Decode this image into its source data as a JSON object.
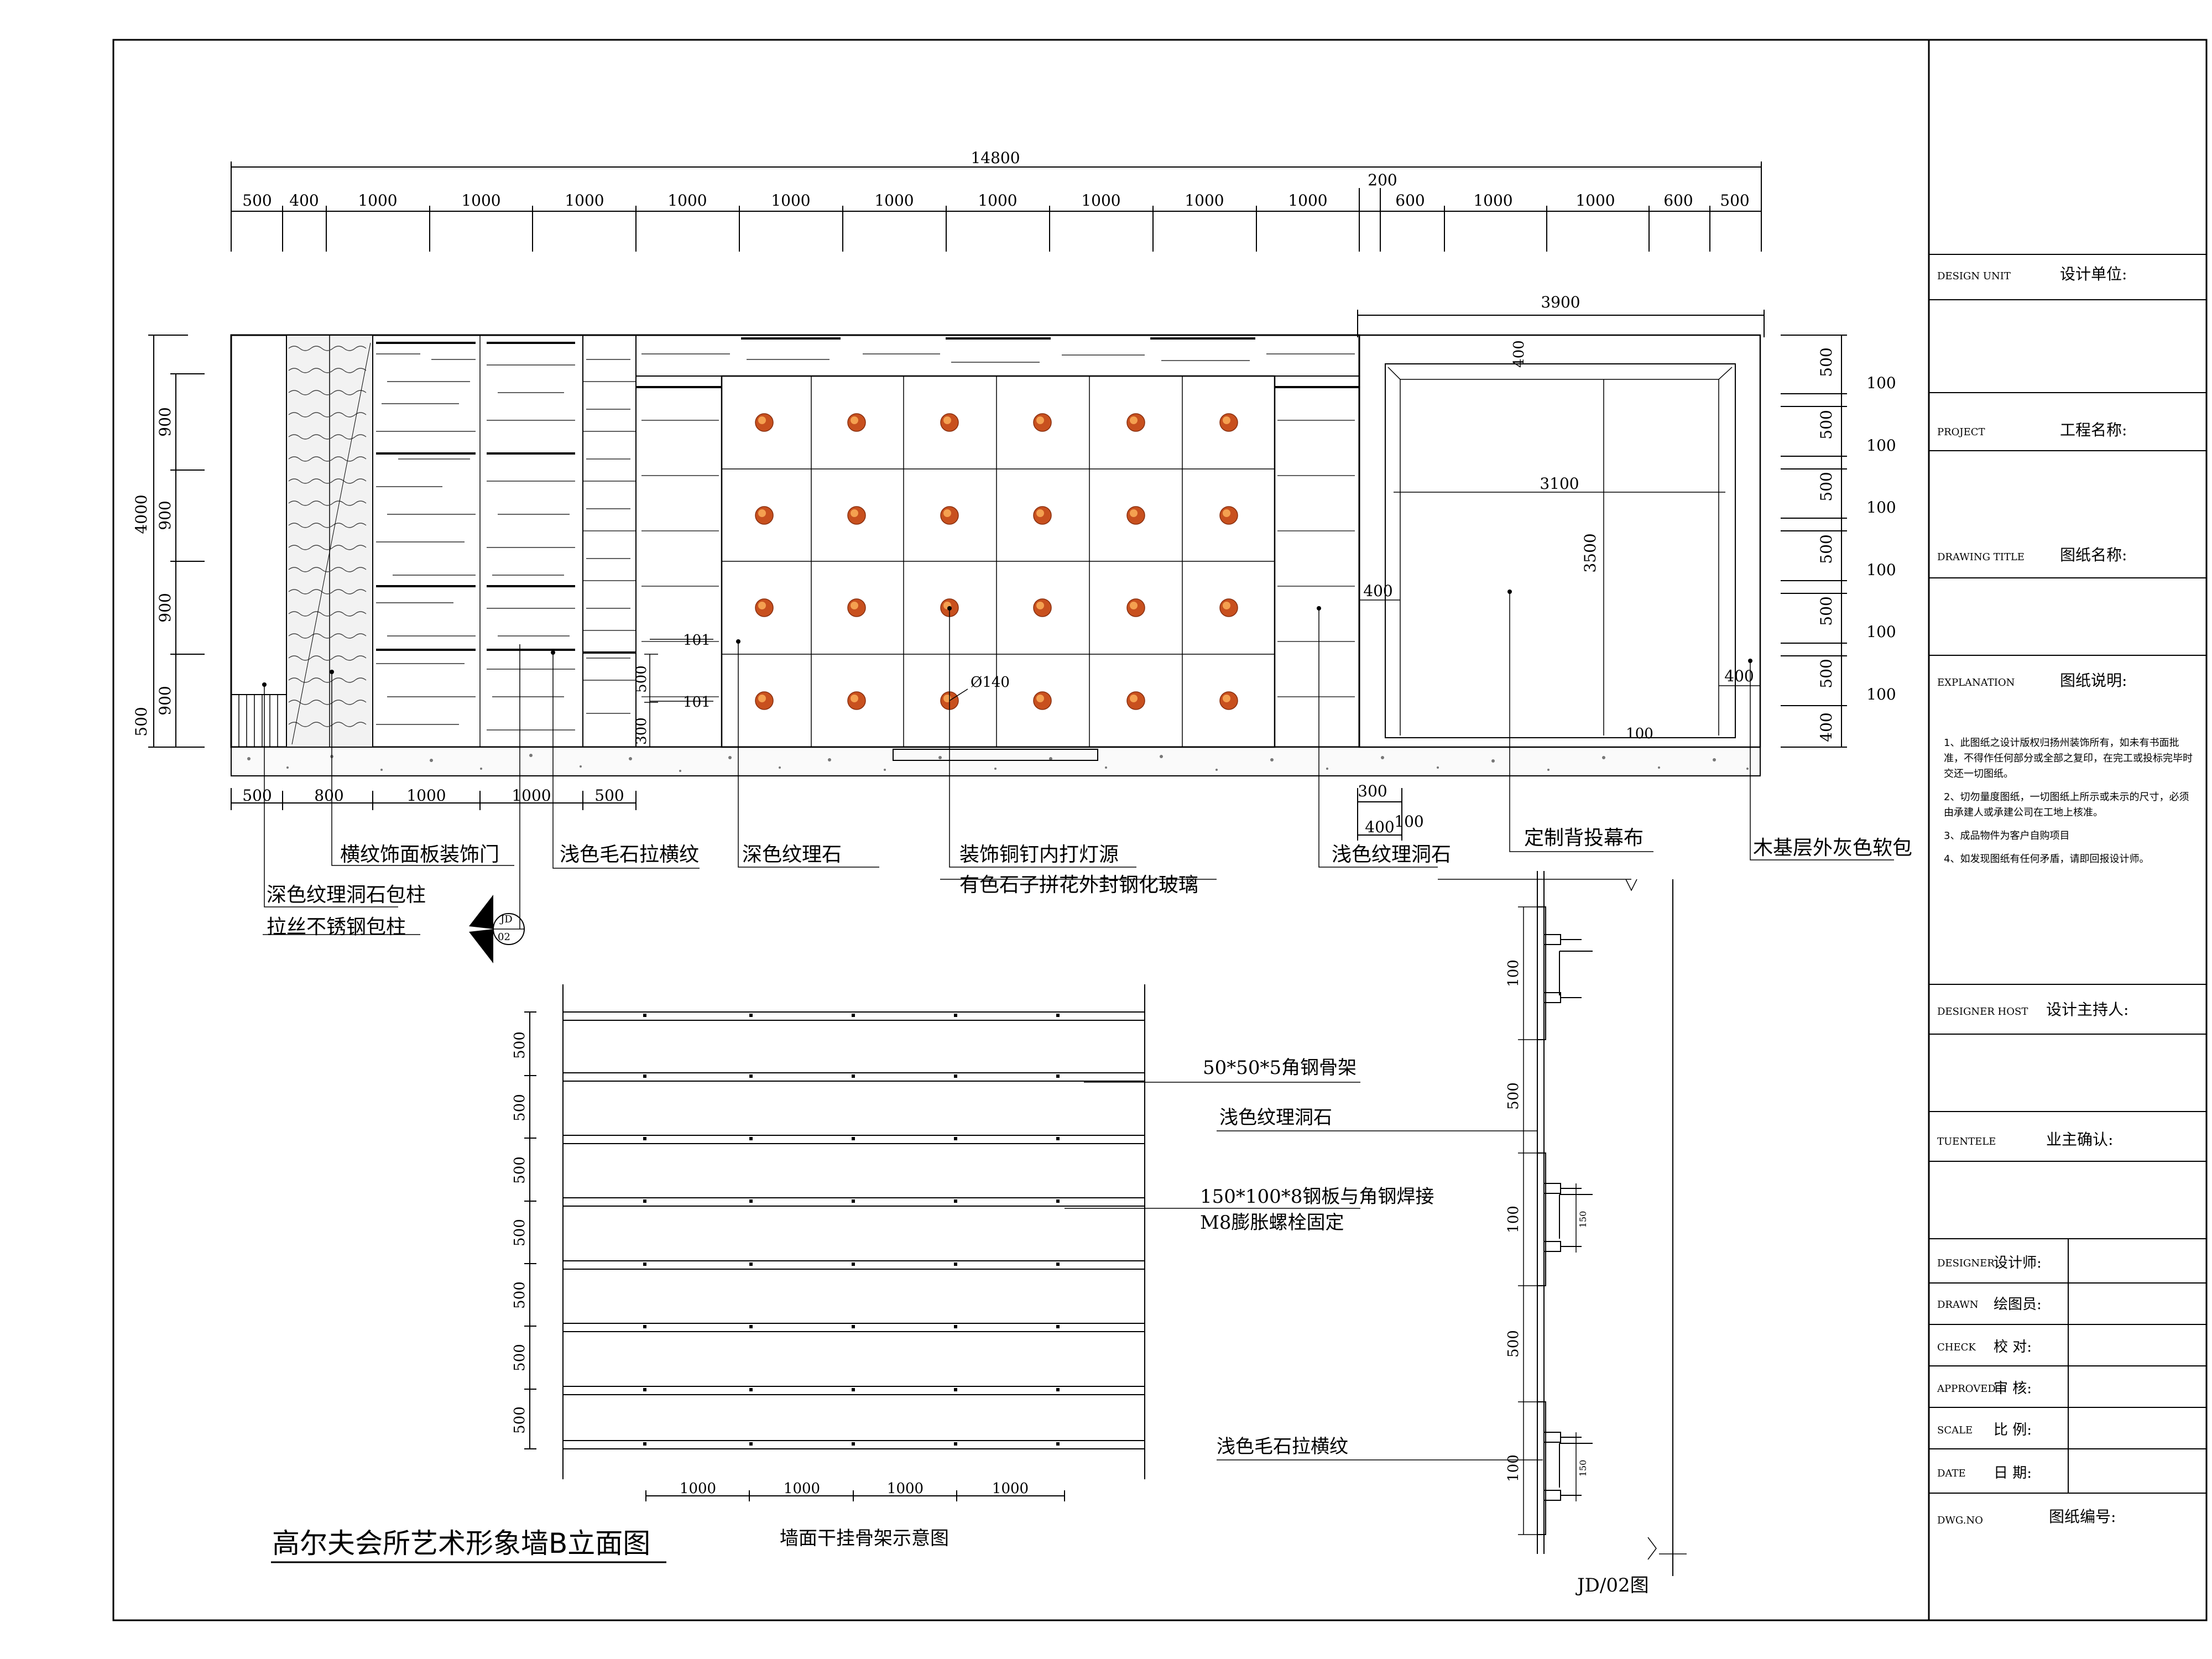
{
  "drawing": {
    "title": "高尔夫会所艺术形象墙B立面图",
    "subtitle_frame": "墙面干挂骨架示意图",
    "section_title": "JD/02图",
    "section_mark": {
      "top": "JD",
      "bottom": "02"
    }
  },
  "dimensions": {
    "top_total": "14800",
    "top_segments": [
      "500",
      "400",
      "1000",
      "1000",
      "1000",
      "1000",
      "1000",
      "1000",
      "1000",
      "1000",
      "1000",
      "1000"
    ],
    "top_right_segments": [
      "200",
      "600",
      "1000",
      "1000",
      "600",
      "500"
    ],
    "right_box_width": "3900",
    "inner_width": "3100",
    "inner_height": "3500",
    "offset_400_top": "400",
    "offset_400_left": "400",
    "offset_400_right": "400",
    "offset_100_bottom": "100",
    "left_total": "4000",
    "left_segments": [
      "900",
      "900",
      "900",
      "900",
      "500"
    ],
    "right_segments": [
      "500",
      "500",
      "500",
      "500",
      "500",
      "500",
      "400"
    ],
    "right_small": [
      "100",
      "100",
      "100",
      "100",
      "100",
      "100"
    ],
    "mid_300": "300",
    "mid_500": "500",
    "tag_101a": "101",
    "tag_101b": "101",
    "diameter": "Ø140",
    "bottom_segments": [
      "500",
      "800",
      "1000",
      "1000",
      "500"
    ],
    "bottom_right": [
      "300",
      "400",
      "100"
    ],
    "frame_side": [
      "500",
      "500",
      "500",
      "500",
      "500",
      "500",
      "500"
    ],
    "frame_bottom": [
      "1000",
      "1000",
      "1000",
      "1000"
    ],
    "section_dims": [
      "100",
      "500",
      "100",
      "500",
      "100"
    ],
    "section_small": [
      "150",
      "150"
    ]
  },
  "labels": {
    "door": "横纹饰面板装饰门",
    "light_stone_horizontal": "浅色毛石拉横纹",
    "dark_stone": "深色纹理石",
    "copper_nail": "装饰铜钉内打灯源",
    "colored_glass": "有色石子拼花外封钢化玻璃",
    "light_travertine": "浅色纹理洞石",
    "screen": "定制背投幕布",
    "soft_pack": "木基层外灰色软包",
    "dark_column": "深色纹理洞石包柱",
    "steel_column": "拉丝不锈钢包柱",
    "angle_steel": "50*50*5角钢骨架",
    "frame_travertine": "浅色纹理洞石",
    "steel_plate": "150*100*8钢板与角钢焊接",
    "bolt": "M8膨胀螺栓固定",
    "frame_horizontal": "浅色毛石拉横纹"
  },
  "title_block": {
    "rows": [
      {
        "en": "DESIGN UNIT",
        "zh": "设计单位:"
      },
      {
        "en": "PROJECT",
        "zh": "工程名称:"
      },
      {
        "en": "DRAWING TITLE",
        "zh": "图纸名称:"
      },
      {
        "en": "EXPLANATION",
        "zh": "图纸说明:"
      }
    ],
    "notes": [
      "1、此图纸之设计版权归扬州装饰所有，如未有书面批准，不得作任何部分或全部之复印，在完工或投标完毕时交还一切图纸。",
      "2、切勿量度图纸，一切图纸上所示或未示的尺寸，必须由承建人或承建公司在工地上核准。",
      "3、成品物件为客户自购项目",
      "4、如发现图纸有任何矛盾，请即回报设计师。"
    ],
    "host": {
      "en": "DESIGNER HOST",
      "zh": "设计主持人:"
    },
    "client": {
      "en": "TUENTELE",
      "zh": "业主确认:"
    },
    "staff": [
      {
        "en": "DESIGNER",
        "zh": "设计师:"
      },
      {
        "en": "DRAWN",
        "zh": "绘图员:"
      },
      {
        "en": "CHECK",
        "zh": "校  对:"
      },
      {
        "en": "APPROVED",
        "zh": "审  核:"
      },
      {
        "en": "SCALE",
        "zh": "比  例:"
      },
      {
        "en": "DATE",
        "zh": "日  期:"
      }
    ],
    "dwg": {
      "en": "DWG.NO",
      "zh": "图纸编号:"
    }
  },
  "colors": {
    "line": "#000000",
    "nail_outer": "#c8501e",
    "nail_inner": "#f4a050",
    "hatch": "#555555"
  }
}
